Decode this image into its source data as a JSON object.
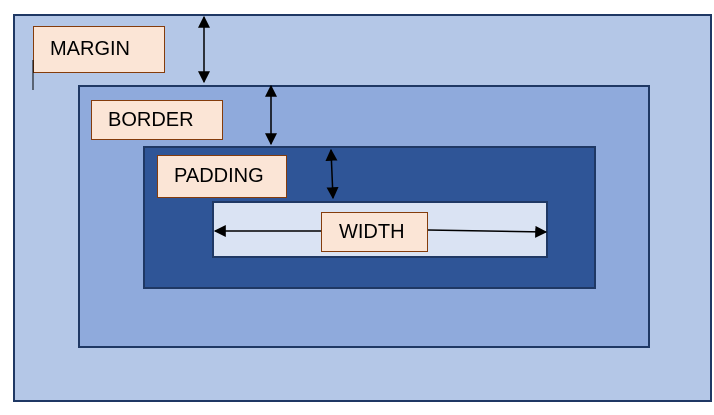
{
  "diagram": {
    "labels": {
      "margin": "MARGIN",
      "border": "BORDER",
      "padding": "PADDING",
      "width": "WIDTH"
    },
    "colors": {
      "margin_fill": "#b4c7e7",
      "border_fill": "#8faadc",
      "padding_fill": "#2f5597",
      "content_fill": "#dae3f3",
      "label_fill": "#fbe5d6",
      "outline": "#1f3864",
      "arrow": "#000000"
    }
  }
}
